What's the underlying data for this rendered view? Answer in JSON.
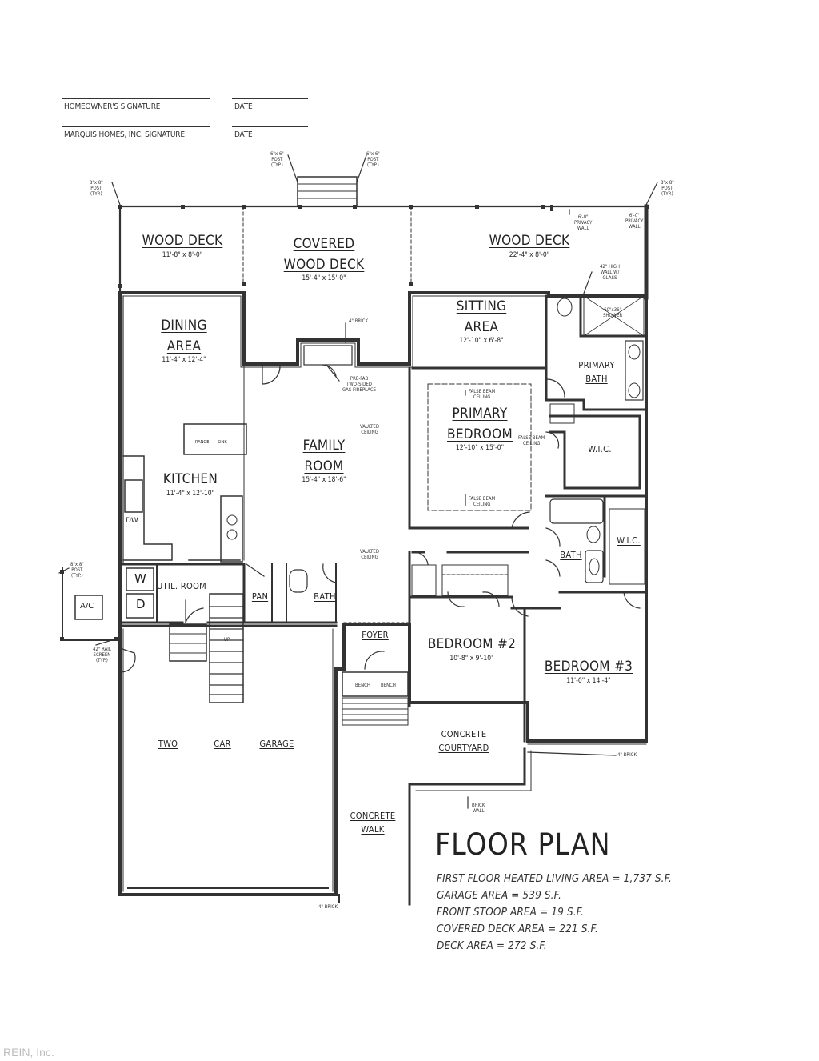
{
  "signatures": {
    "homeowner_label": "HOMEOWNER'S SIGNATURE",
    "homeowner_date": "DATE",
    "builder_label": "MARQUIS HOMES, INC. SIGNATURE",
    "builder_date": "DATE"
  },
  "rooms": {
    "wood_deck_left": {
      "name": "WOOD DECK",
      "dims": "11'-8\" x 8'-0\""
    },
    "covered_deck": {
      "name_1": "COVERED",
      "name_2": "WOOD DECK",
      "dims": "15'-4\" x 15'-0\""
    },
    "wood_deck_right": {
      "name": "WOOD DECK",
      "dims": "22'-4\" x 8'-0\""
    },
    "dining": {
      "name_1": "DINING",
      "name_2": "AREA",
      "dims": "11'-4\" x 12'-4\""
    },
    "kitchen": {
      "name": "KITCHEN",
      "dims": "11'-4\" x 12'-10\""
    },
    "family": {
      "name_1": "FAMILY",
      "name_2": "ROOM",
      "dims": "15'-4\" x 18'-6\""
    },
    "sitting": {
      "name_1": "SITTING",
      "name_2": "AREA",
      "dims": "12'-10\" x 6'-8\""
    },
    "primary_bedroom": {
      "name_1": "PRIMARY",
      "name_2": "BEDROOM",
      "dims": "12'-10\" x 15'-0\""
    },
    "primary_bath": {
      "name_1": "PRIMARY",
      "name_2": "BATH"
    },
    "wic_primary": {
      "name": "W.I.C."
    },
    "wic_2": {
      "name": "W.I.C."
    },
    "bath_2": {
      "name": "BATH"
    },
    "util_room": {
      "name": "UTIL. ROOM"
    },
    "pan": {
      "name": "PAN"
    },
    "bath_half": {
      "name": "BATH"
    },
    "foyer": {
      "name": "FOYER"
    },
    "bedroom_2": {
      "name": "BEDROOM #2",
      "dims": "10'-8\" x 9'-10\""
    },
    "bedroom_3": {
      "name": "BEDROOM #3",
      "dims": "11'-0\" x 14'-4\""
    },
    "garage": {
      "w1": "TWO",
      "w2": "CAR",
      "w3": "GARAGE"
    },
    "courtyard": {
      "name_1": "CONCRETE",
      "name_2": "COURTYARD"
    },
    "walk": {
      "name_1": "CONCRETE",
      "name_2": "WALK"
    }
  },
  "fixtures": {
    "washer": "W",
    "dryer": "D",
    "ac": "A/C",
    "dishwasher": "DW",
    "island_left": "RANGE",
    "island_right": "SINK"
  },
  "notes": {
    "post_top_left": "8\"x 8\"\nPOST\n(TYP.)",
    "post_stair_left": "6\"x 6\"\nPOST\n(TYP.)",
    "post_stair_right": "6\"x 6\"\nPOST\n(TYP.)",
    "post_top_right": "8\"x 8\"\nPOST\n(TYP.)",
    "privacy_wall": "6'-0\"\nPRIVACY\nWALL",
    "privacy_wall_2": "6'-0\"\nPRIVACY\nWALL",
    "glass_wall": "42\" HIGH\nWALL W/\nGLASS",
    "shower": "60\"x36\"\nSHOWER",
    "brick_fireplace": "4\" BRICK",
    "gas_fireplace": "PRE-FAB\nTWO-SIDED\nGAS FIREPLACE",
    "false_beam_top": "FALSE BEAM\nCEILING",
    "false_beam_right": "FALSE BEAM\nCEILING",
    "false_beam_bottom": "FALSE BEAM\nCEILING",
    "vault_1": "VAULTED\nCEILING",
    "vault_2": "VAULTED\nCEILING",
    "post_ac": "8\"x 8\"\nPOST\n(TYP.)",
    "rail": "42\" RAIL\nSCREEN\n(TYP.)",
    "brick_right": "4\" BRICK",
    "brick_walk": "BRICK\nWALL",
    "brick_bottom": "4\" BRICK",
    "bench_1": "BENCH",
    "bench_2": "BENCH",
    "up": "UP"
  },
  "plan": {
    "title": "FLOOR PLAN",
    "areas": [
      "FIRST FLOOR HEATED LIVING AREA = 1,737 S.F.",
      "GARAGE AREA = 539 S.F.",
      "FRONT STOOP AREA = 19 S.F.",
      "COVERED DECK AREA = 221 S.F.",
      "DECK AREA = 272 S.F."
    ]
  },
  "watermark": "REIN, Inc."
}
